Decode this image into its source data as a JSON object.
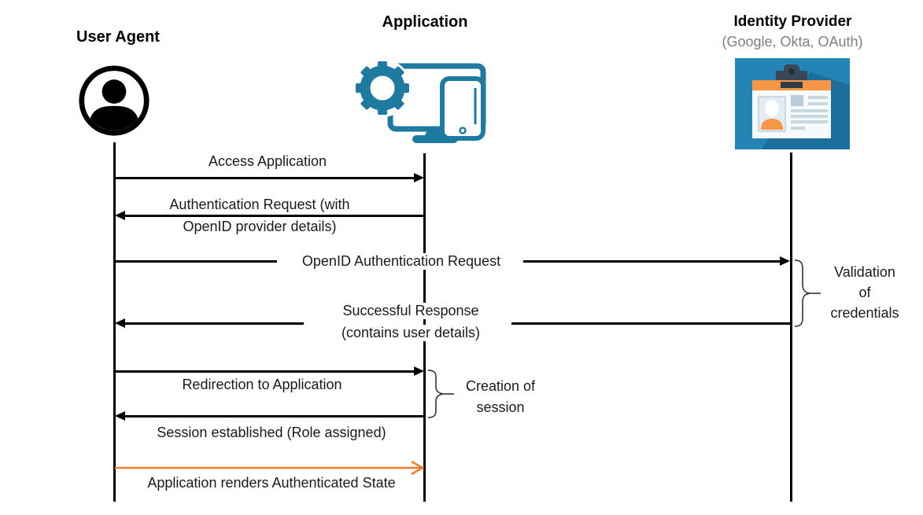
{
  "diagram": {
    "title_implied": "OpenID authentication sequence",
    "actors": [
      {
        "title": "User Agent",
        "icon": "person-in-circle-icon"
      },
      {
        "title": "Application",
        "icon": "gear-computer-tablet-icon"
      },
      {
        "title": "Identity Provider",
        "subtitle": "(Google, Okta, OAuth)",
        "icon": "id-card-icon"
      }
    ],
    "messages": [
      {
        "from": "User Agent",
        "to": "Application",
        "lines": [
          "Access Application"
        ]
      },
      {
        "from": "Application",
        "to": "User Agent",
        "lines": [
          "Authentication Request (with",
          "OpenID provider details)"
        ]
      },
      {
        "from": "User Agent",
        "to": "Identity Provider",
        "lines": [
          "OpenID Authentication Request"
        ]
      },
      {
        "from": "Identity Provider",
        "to": "User Agent",
        "lines": [
          "Successful Response",
          "(contains user details)"
        ]
      },
      {
        "from": "User Agent",
        "to": "Application",
        "lines": [
          "Redirection to Application"
        ]
      },
      {
        "from": "Application",
        "to": "User Agent",
        "lines": [
          "Session established (Role assigned)"
        ]
      },
      {
        "from": "User Agent",
        "to": "Application",
        "lines": [
          "Application renders Authenticated State"
        ],
        "highlight": true
      }
    ],
    "annotations": [
      {
        "attached_to": "Identity Provider",
        "lines": [
          "Validation",
          "of",
          "credentials"
        ]
      },
      {
        "attached_to": "Application",
        "lines": [
          "Creation of",
          "session"
        ]
      }
    ],
    "colors": {
      "message_arrow": "#000000",
      "highlight_arrow": "#ED7D31",
      "application_icon": "#1E7A9E",
      "idp_background": "#2484B5",
      "idp_shadow": "#1C6E9C",
      "idp_accent": "#F79646",
      "idp_clip": "#3A4754",
      "subtitle_gray": "#7F7F7F"
    }
  }
}
